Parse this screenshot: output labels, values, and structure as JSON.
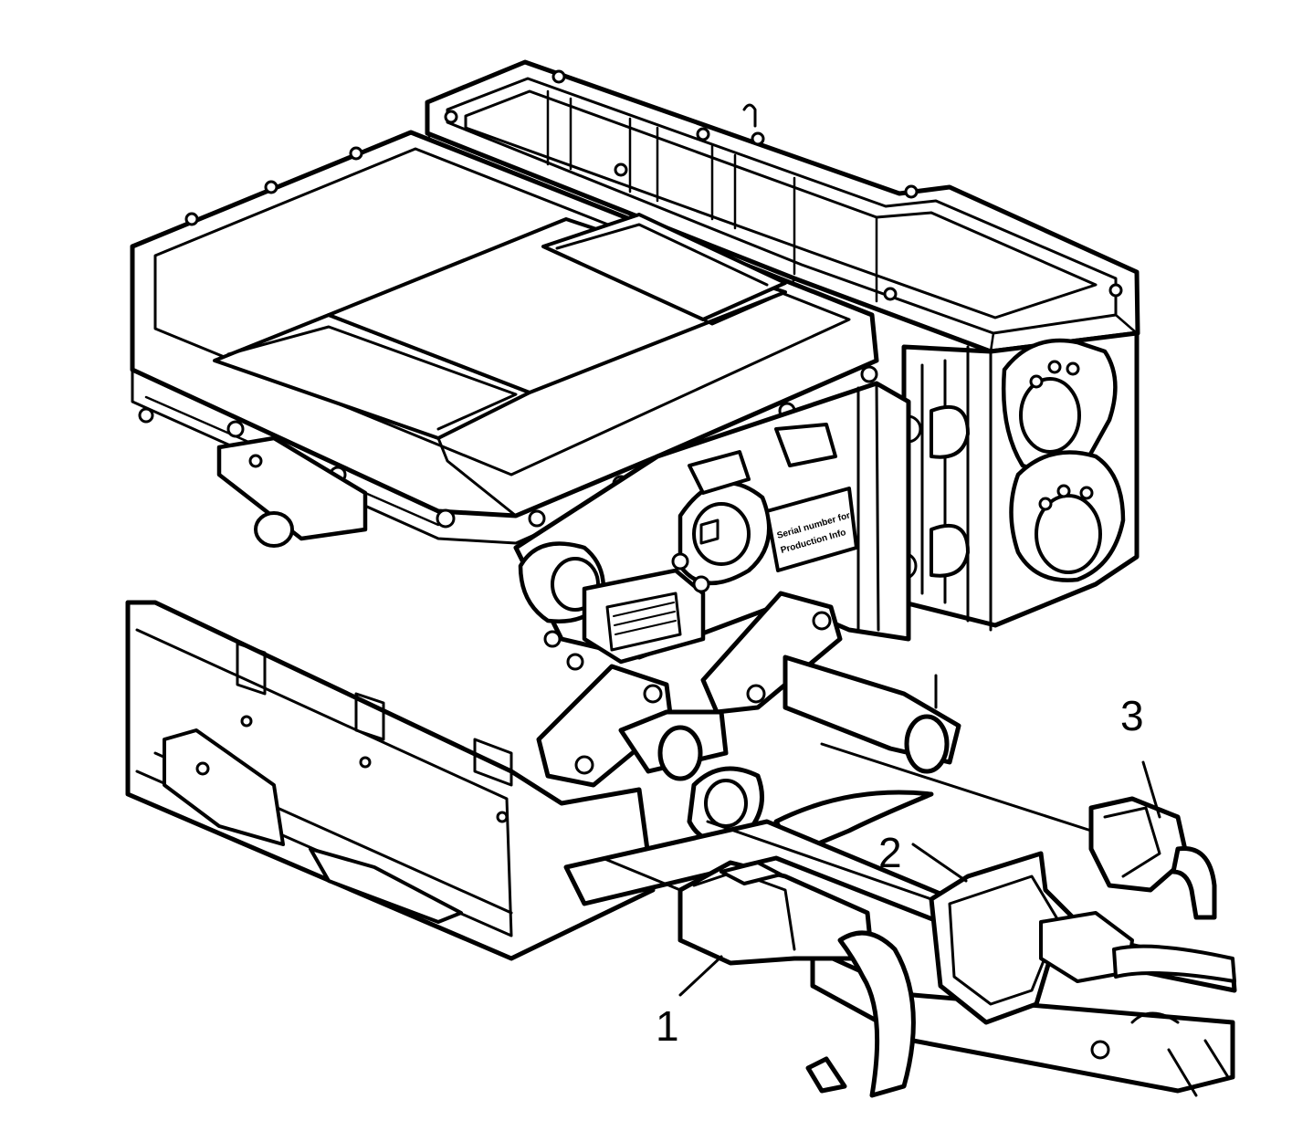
{
  "callouts": [
    {
      "id": "1",
      "label": "1"
    },
    {
      "id": "2",
      "label": "2"
    },
    {
      "id": "3",
      "label": "3"
    }
  ],
  "decal": {
    "line1": "Serial number for",
    "line2": "Production Info"
  },
  "colors": {
    "line": "#000000",
    "background": "#ffffff"
  }
}
